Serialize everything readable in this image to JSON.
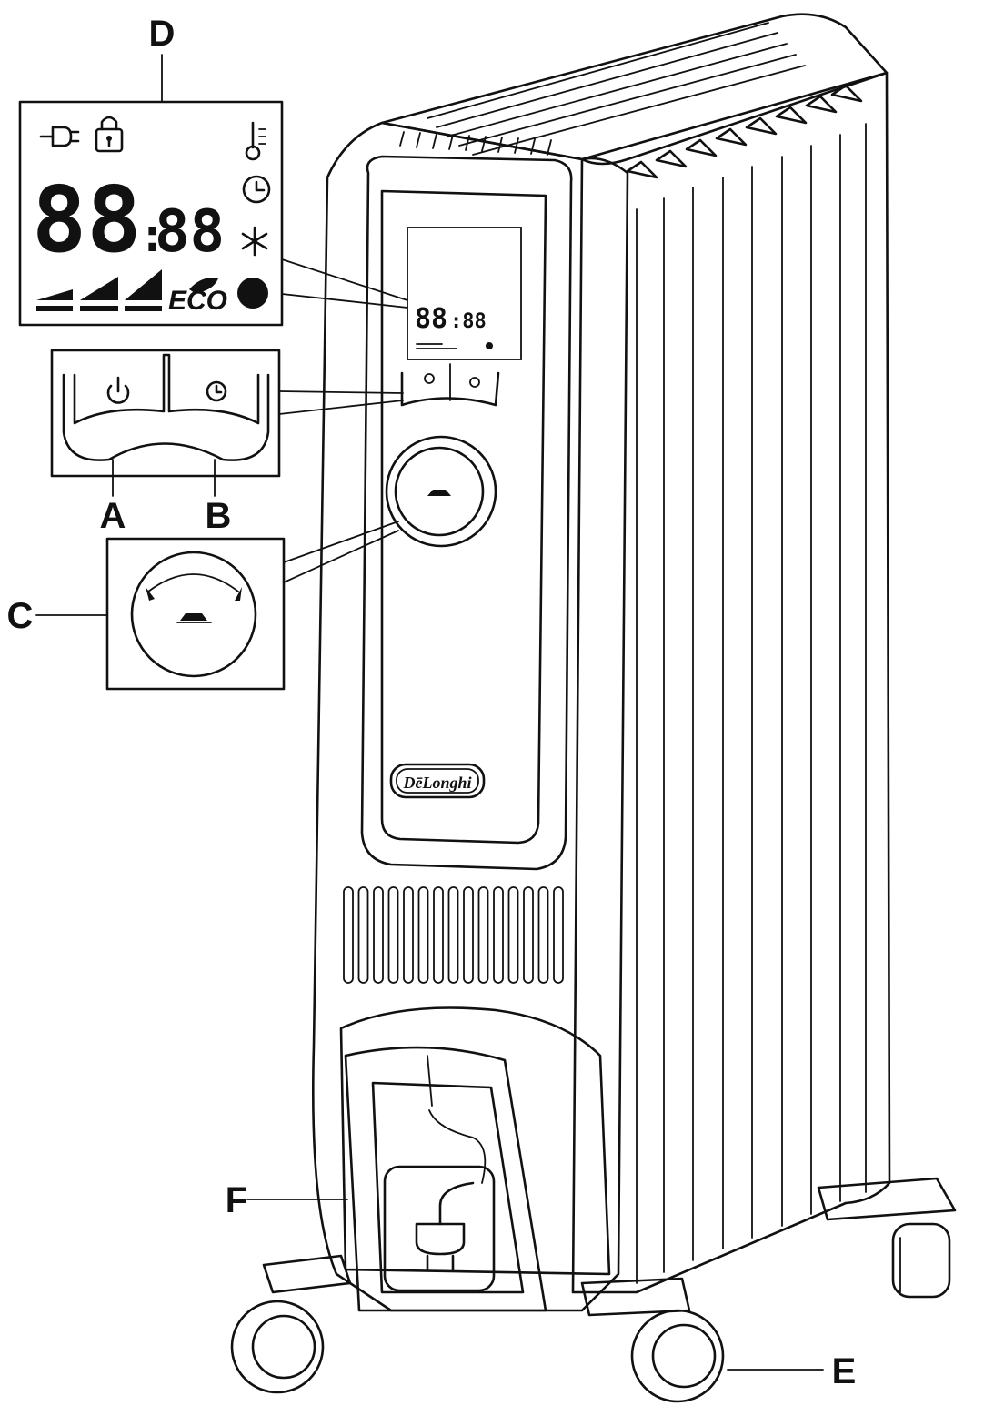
{
  "labels": {
    "a": "A",
    "b": "B",
    "c": "C",
    "d": "D",
    "e": "E",
    "f": "F"
  },
  "display": {
    "hours": "88",
    "minutes": "88",
    "separator": ":",
    "eco_text": "ECO",
    "icons": [
      "plug-icon",
      "lock-icon",
      "thermometer-icon",
      "clock-icon",
      "snowflake-icon",
      "dot-icon",
      "power-level-icon"
    ]
  },
  "buttons": {
    "icons": [
      "power-icon",
      "timer-clock-icon"
    ]
  },
  "knob": {
    "icons": [
      "rotation-arrow-icon",
      "heat-level-icon"
    ]
  },
  "brand": {
    "name": "DēLonghi"
  },
  "colors": {
    "line": "#111111",
    "background": "#ffffff"
  }
}
